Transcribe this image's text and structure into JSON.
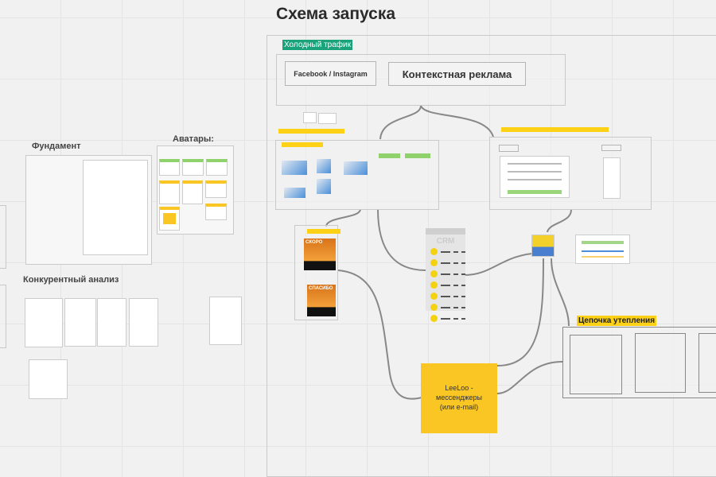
{
  "board_title": "Схема запуска",
  "cold_traffic": {
    "label": "Холодный трафик",
    "sources": [
      "Facebook / Instagram",
      "Контекстная реклама"
    ]
  },
  "sections": {
    "foundation": "Фундамент",
    "avatars": "Аватары:",
    "competitor_analysis": "Конкурентный анализ"
  },
  "thanks_page": {
    "cards": [
      "СКОРО",
      "СПАСИБО"
    ]
  },
  "crm": {
    "title": "CRM",
    "rows": 7
  },
  "leeloo": {
    "label": "LeeLoo - мессенджеры (или e-mail)"
  },
  "warmup_chain": {
    "title": "Цепочка утепления"
  },
  "colors": {
    "accent_yellow": "#f9c623",
    "teal": "#1aa37a"
  }
}
